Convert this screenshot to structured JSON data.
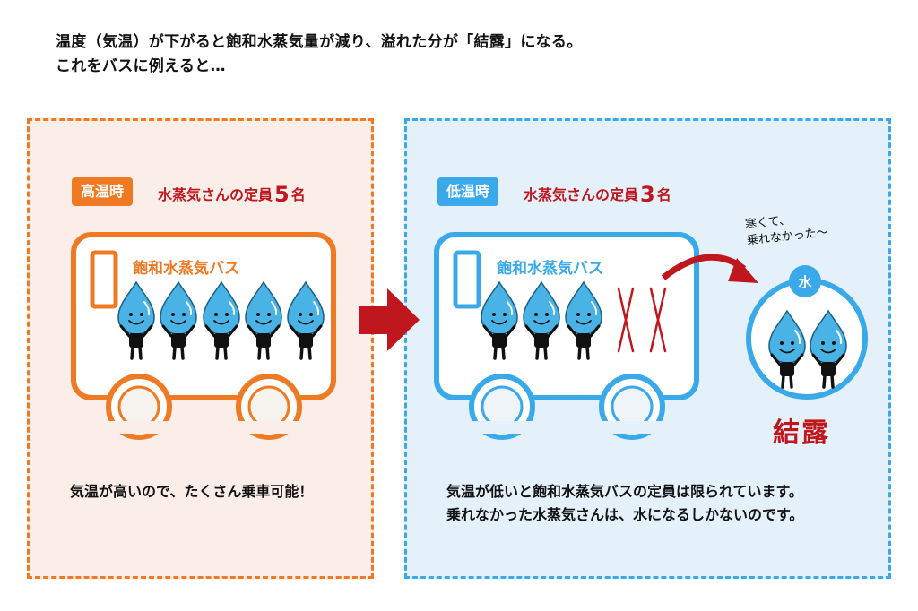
{
  "intro": {
    "line1": "温度（気温）が下がると飽和水蒸気量が減り、溢れた分が「結露」になる。",
    "line2": "これをバスに例えると…"
  },
  "left_panel": {
    "badge": "高温時",
    "capacity_prefix": "水蒸気さんの定員",
    "capacity_number": "5",
    "capacity_suffix": "名",
    "bus_label": "飽和水蒸気バス",
    "passengers": 5,
    "description": "気温が高いので、たくさん乗車可能！"
  },
  "right_panel": {
    "badge": "低温時",
    "capacity_prefix": "水蒸気さんの定員",
    "capacity_number": "3",
    "capacity_suffix": "名",
    "bus_label": "飽和水蒸気バス",
    "passengers": 3,
    "rejected": 2,
    "note_line1": "寒くて、",
    "note_line2": "乗れなかった〜",
    "water_badge": "水",
    "condensation_label": "結露",
    "description_line1": "気温が低いと飽和水蒸気バスの定員は限られています。",
    "description_line2": "乗れなかった水蒸気さんは、水になるしかないのです。"
  },
  "colors": {
    "orange": "#f07a23",
    "blue": "#3aa9ea",
    "red": "#c0161d",
    "droplet": "#4ab3e6"
  },
  "icons": [
    "droplet-character-icon",
    "right-arrow-icon",
    "curved-arrow-icon",
    "x-mark-icon",
    "bus-icon"
  ]
}
